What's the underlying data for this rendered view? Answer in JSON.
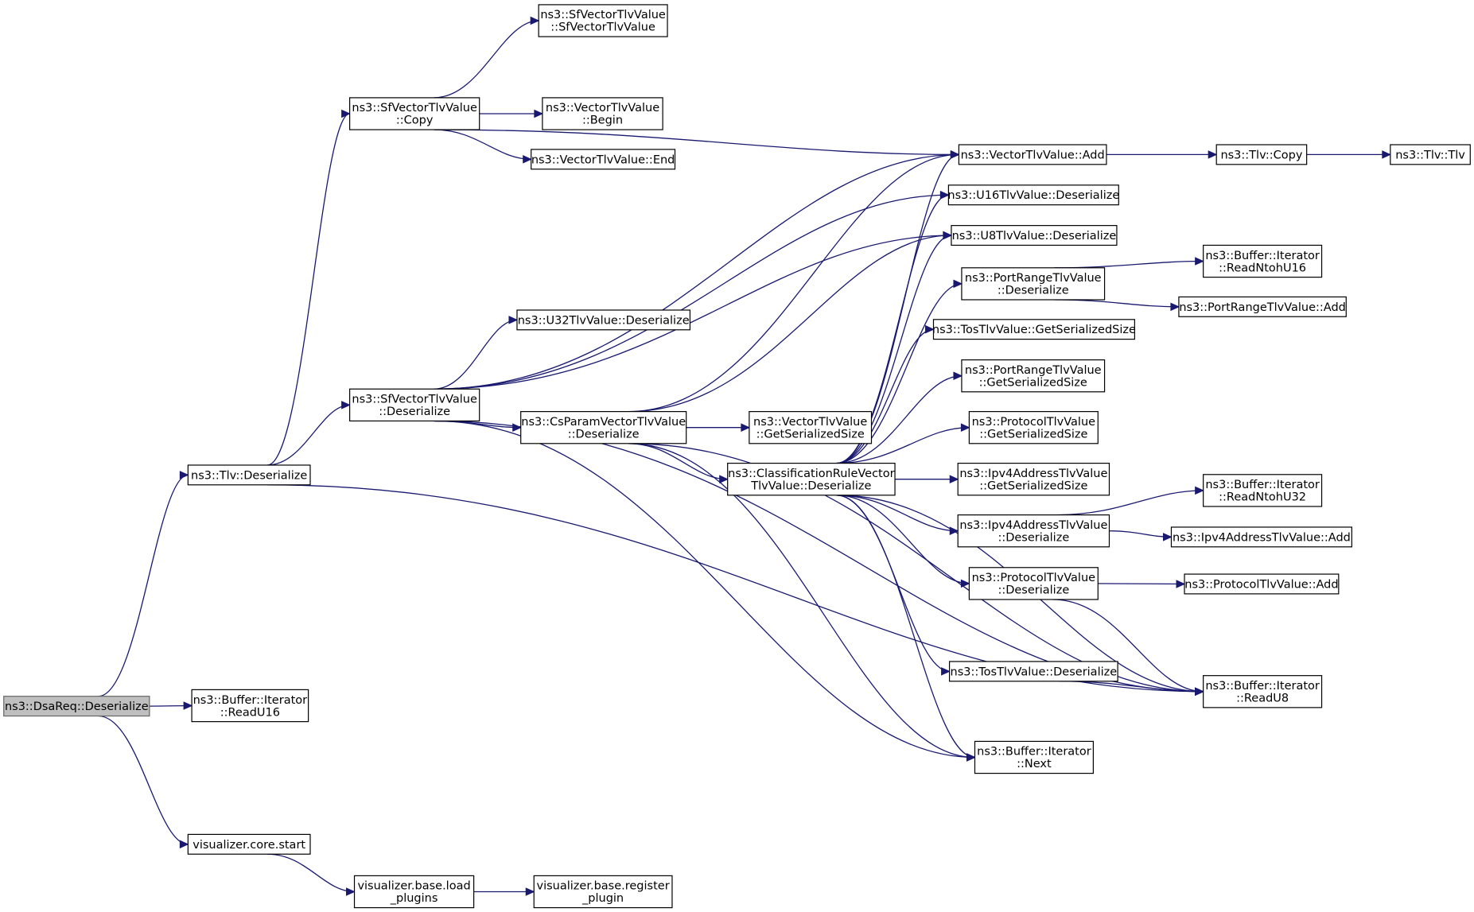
{
  "diagram": {
    "type": "call-graph",
    "nodes": [
      {
        "id": "dsareq_deserialize",
        "lines": [
          "ns3::DsaReq::Deserialize"
        ],
        "root": true
      },
      {
        "id": "tlv_deserialize",
        "lines": [
          "ns3::Tlv::Deserialize"
        ]
      },
      {
        "id": "iter_readu16",
        "lines": [
          "ns3::Buffer::Iterator",
          "::ReadU16"
        ]
      },
      {
        "id": "visualizer_core_start",
        "lines": [
          "visualizer.core.start"
        ]
      },
      {
        "id": "visualizer_base_load_plugins",
        "lines": [
          "visualizer.base.load",
          "_plugins"
        ]
      },
      {
        "id": "visualizer_base_register_plugin",
        "lines": [
          "visualizer.base.register",
          "_plugin"
        ]
      },
      {
        "id": "sfvec_copy",
        "lines": [
          "ns3::SfVectorTlvValue",
          "::Copy"
        ]
      },
      {
        "id": "sfvec_deserialize",
        "lines": [
          "ns3::SfVectorTlvValue",
          "::Deserialize"
        ]
      },
      {
        "id": "sfvec_ctor",
        "lines": [
          "ns3::SfVectorTlvValue",
          "::SfVectorTlvValue"
        ]
      },
      {
        "id": "vec_begin",
        "lines": [
          "ns3::VectorTlvValue",
          "::Begin"
        ]
      },
      {
        "id": "vec_end",
        "lines": [
          "ns3::VectorTlvValue::End"
        ]
      },
      {
        "id": "vec_add",
        "lines": [
          "ns3::VectorTlvValue::Add"
        ]
      },
      {
        "id": "tlv_copy",
        "lines": [
          "ns3::Tlv::Copy"
        ]
      },
      {
        "id": "tlv_tlv",
        "lines": [
          "ns3::Tlv::Tlv"
        ]
      },
      {
        "id": "u16_deserialize",
        "lines": [
          "ns3::U16TlvValue::Deserialize"
        ]
      },
      {
        "id": "u8_deserialize",
        "lines": [
          "ns3::U8TlvValue::Deserialize"
        ]
      },
      {
        "id": "u32_deserialize",
        "lines": [
          "ns3::U32TlvValue::Deserialize"
        ]
      },
      {
        "id": "csparam_deserialize",
        "lines": [
          "ns3::CsParamVectorTlvValue",
          "::Deserialize"
        ]
      },
      {
        "id": "vec_getsize",
        "lines": [
          "ns3::VectorTlvValue",
          "::GetSerializedSize"
        ]
      },
      {
        "id": "classrule_deserialize",
        "lines": [
          "ns3::ClassificationRuleVector",
          "TlvValue::Deserialize"
        ]
      },
      {
        "id": "portrange_deserialize",
        "lines": [
          "ns3::PortRangeTlvValue",
          "::Deserialize"
        ]
      },
      {
        "id": "tos_getsize",
        "lines": [
          "ns3::TosTlvValue::GetSerializedSize"
        ]
      },
      {
        "id": "portrange_getsize",
        "lines": [
          "ns3::PortRangeTlvValue",
          "::GetSerializedSize"
        ]
      },
      {
        "id": "protocol_getsize",
        "lines": [
          "ns3::ProtocolTlvValue",
          "::GetSerializedSize"
        ]
      },
      {
        "id": "ipv4_getsize",
        "lines": [
          "ns3::Ipv4AddressTlvValue",
          "::GetSerializedSize"
        ]
      },
      {
        "id": "ipv4_deserialize",
        "lines": [
          "ns3::Ipv4AddressTlvValue",
          "::Deserialize"
        ]
      },
      {
        "id": "protocol_deserialize",
        "lines": [
          "ns3::ProtocolTlvValue",
          "::Deserialize"
        ]
      },
      {
        "id": "tos_deserialize",
        "lines": [
          "ns3::TosTlvValue::Deserialize"
        ]
      },
      {
        "id": "iter_next",
        "lines": [
          "ns3::Buffer::Iterator",
          "::Next"
        ]
      },
      {
        "id": "iter_readu8",
        "lines": [
          "ns3::Buffer::Iterator",
          "::ReadU8"
        ]
      },
      {
        "id": "iter_readntohu16",
        "lines": [
          "ns3::Buffer::Iterator",
          "::ReadNtohU16"
        ]
      },
      {
        "id": "portrange_add",
        "lines": [
          "ns3::PortRangeTlvValue::Add"
        ]
      },
      {
        "id": "iter_readntohu32",
        "lines": [
          "ns3::Buffer::Iterator",
          "::ReadNtohU32"
        ]
      },
      {
        "id": "ipv4_add",
        "lines": [
          "ns3::Ipv4AddressTlvValue::Add"
        ]
      },
      {
        "id": "protocol_add",
        "lines": [
          "ns3::ProtocolTlvValue::Add"
        ]
      }
    ],
    "edges": [
      [
        "dsareq_deserialize",
        "tlv_deserialize"
      ],
      [
        "dsareq_deserialize",
        "iter_readu16"
      ],
      [
        "dsareq_deserialize",
        "visualizer_core_start"
      ],
      [
        "visualizer_core_start",
        "visualizer_base_load_plugins"
      ],
      [
        "visualizer_base_load_plugins",
        "visualizer_base_register_plugin"
      ],
      [
        "tlv_deserialize",
        "sfvec_copy"
      ],
      [
        "tlv_deserialize",
        "sfvec_deserialize"
      ],
      [
        "tlv_deserialize",
        "iter_readu8"
      ],
      [
        "sfvec_copy",
        "sfvec_ctor"
      ],
      [
        "sfvec_copy",
        "vec_begin"
      ],
      [
        "sfvec_copy",
        "vec_end"
      ],
      [
        "sfvec_copy",
        "vec_add"
      ],
      [
        "vec_add",
        "tlv_copy"
      ],
      [
        "tlv_copy",
        "tlv_tlv"
      ],
      [
        "sfvec_deserialize",
        "vec_add"
      ],
      [
        "sfvec_deserialize",
        "u16_deserialize"
      ],
      [
        "sfvec_deserialize",
        "u32_deserialize"
      ],
      [
        "sfvec_deserialize",
        "u8_deserialize"
      ],
      [
        "sfvec_deserialize",
        "csparam_deserialize"
      ],
      [
        "sfvec_deserialize",
        "iter_next"
      ],
      [
        "sfvec_deserialize",
        "iter_readu8"
      ],
      [
        "csparam_deserialize",
        "vec_add"
      ],
      [
        "csparam_deserialize",
        "u8_deserialize"
      ],
      [
        "csparam_deserialize",
        "vec_getsize"
      ],
      [
        "csparam_deserialize",
        "classrule_deserialize"
      ],
      [
        "csparam_deserialize",
        "iter_next"
      ],
      [
        "csparam_deserialize",
        "iter_readu8"
      ],
      [
        "classrule_deserialize",
        "vec_add"
      ],
      [
        "classrule_deserialize",
        "u16_deserialize"
      ],
      [
        "classrule_deserialize",
        "u8_deserialize"
      ],
      [
        "classrule_deserialize",
        "portrange_deserialize"
      ],
      [
        "classrule_deserialize",
        "tos_getsize"
      ],
      [
        "classrule_deserialize",
        "portrange_getsize"
      ],
      [
        "classrule_deserialize",
        "protocol_getsize"
      ],
      [
        "classrule_deserialize",
        "ipv4_getsize"
      ],
      [
        "classrule_deserialize",
        "ipv4_deserialize"
      ],
      [
        "classrule_deserialize",
        "protocol_deserialize"
      ],
      [
        "classrule_deserialize",
        "tos_deserialize"
      ],
      [
        "classrule_deserialize",
        "iter_next"
      ],
      [
        "classrule_deserialize",
        "iter_readu8"
      ],
      [
        "portrange_deserialize",
        "iter_readntohu16"
      ],
      [
        "portrange_deserialize",
        "portrange_add"
      ],
      [
        "ipv4_deserialize",
        "iter_readntohu32"
      ],
      [
        "ipv4_deserialize",
        "ipv4_add"
      ],
      [
        "protocol_deserialize",
        "protocol_add"
      ],
      [
        "protocol_deserialize",
        "iter_readu8"
      ],
      [
        "tos_deserialize",
        "iter_readu8"
      ]
    ]
  }
}
